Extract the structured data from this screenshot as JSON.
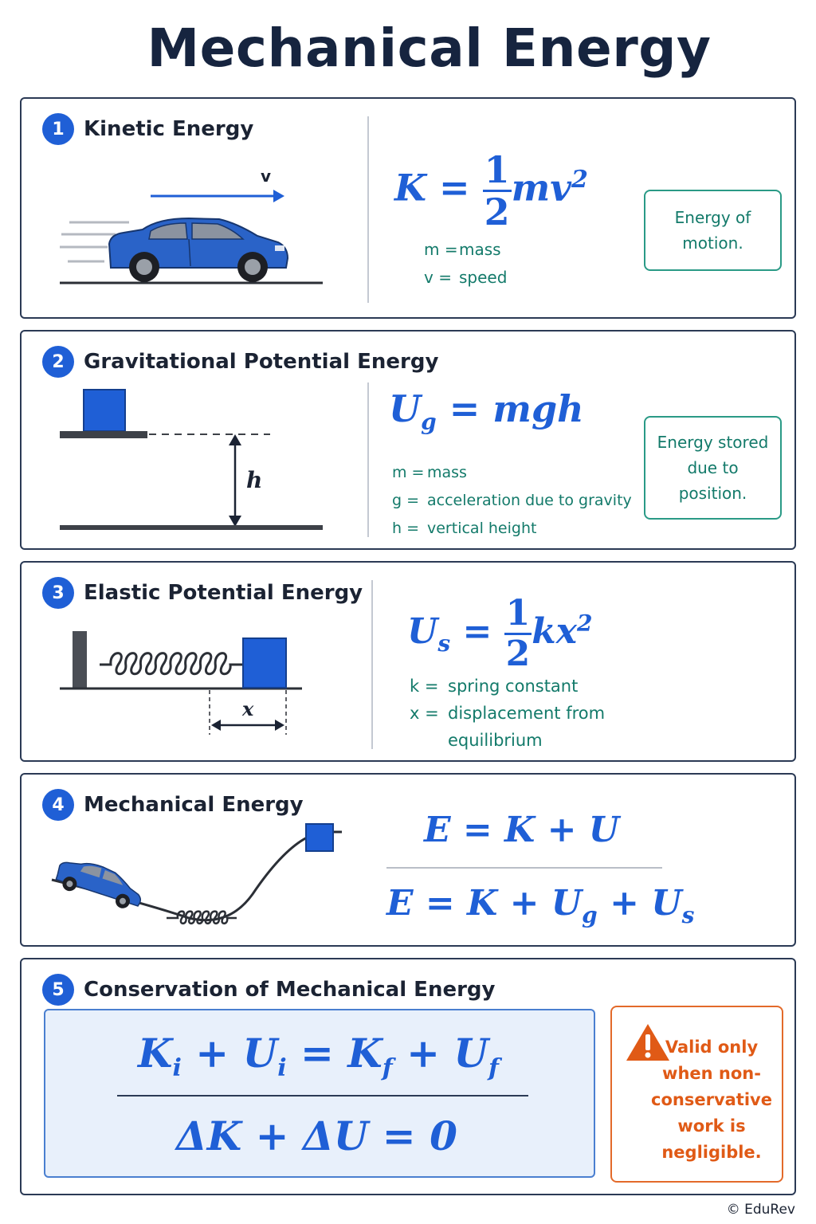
{
  "title": "Mechanical Energy",
  "sections": [
    {
      "number": "1",
      "title": "Kinetic Energy",
      "velocity_label": "v",
      "variables": [
        {
          "symbol": "m",
          "desc": "mass"
        },
        {
          "symbol": "v",
          "desc": "speed"
        }
      ],
      "note": "Energy of motion."
    },
    {
      "number": "2",
      "title": "Gravitational Potential Energy",
      "height_label": "h",
      "variables": [
        {
          "symbol": "m",
          "desc": "mass"
        },
        {
          "symbol": "g",
          "desc": "acceleration due to gravity"
        },
        {
          "symbol": "h",
          "desc": "vertical height"
        }
      ],
      "note": "Energy stored due to position."
    },
    {
      "number": "3",
      "title": "Elastic Potential Energy",
      "displacement_label": "x",
      "variables": [
        {
          "symbol": "k",
          "desc": "spring constant"
        },
        {
          "symbol": "x",
          "desc": "displacement from equilibrium"
        }
      ]
    },
    {
      "number": "4",
      "title": "Mechanical Energy"
    },
    {
      "number": "5",
      "title": "Conservation of Mechanical Energy",
      "warning": "Valid only when non-conservative work is negligible."
    }
  ],
  "footer": "© EduRev",
  "colors": {
    "accent_blue": "#1f5fd6",
    "teal": "#137a6a",
    "warning_orange": "#e05a16",
    "dark": "#1b2333"
  }
}
